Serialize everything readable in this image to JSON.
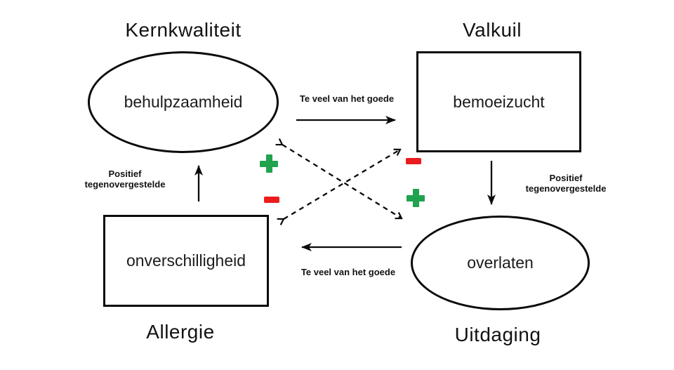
{
  "diagram": {
    "type": "core-quadrant",
    "language": "Dutch",
    "quadrants": {
      "kernkwaliteit": {
        "label": "Kernkwaliteit",
        "shape": "ellipse",
        "text": "behulpzaamheid"
      },
      "valkuil": {
        "label": "Valkuil",
        "shape": "rectangle",
        "text": "bemoeizucht"
      },
      "allergie": {
        "label": "Allergie",
        "shape": "rectangle",
        "text": "onverschilligheid"
      },
      "uitdaging": {
        "label": "Uitdaging",
        "shape": "ellipse",
        "text": "overlaten"
      }
    },
    "edges": {
      "top": {
        "from": "behulpzaamheid",
        "to": "bemoeizucht",
        "style": "solid",
        "label": "Te veel van het goede"
      },
      "right": {
        "from": "bemoeizucht",
        "to": "overlaten",
        "style": "solid",
        "label": "Positief tegenovergestelde"
      },
      "bottom": {
        "from": "overlaten",
        "to": "onverschilligheid",
        "style": "solid",
        "label": "Te veel van het goede"
      },
      "left": {
        "from": "onverschilligheid",
        "to": "behulpzaamheid",
        "style": "solid",
        "label": "Positief tegenovergestelde"
      },
      "diagonal_1": {
        "from": "behulpzaamheid",
        "to": "overlaten",
        "style": "dashed",
        "double_headed": true
      },
      "diagonal_2": {
        "from": "onverschilligheid",
        "to": "bemoeizucht",
        "style": "dashed",
        "double_headed": true
      }
    },
    "signs": {
      "left_top": {
        "type": "plus",
        "symbol": "+"
      },
      "left_bottom": {
        "type": "minus",
        "symbol": "-"
      },
      "right_top": {
        "type": "minus",
        "symbol": "-"
      },
      "right_bottom": {
        "type": "plus",
        "symbol": "+"
      }
    }
  },
  "colors": {
    "plus_green": "#21A24F",
    "minus_red": "#EB1C1E",
    "line_black": "#0A0A0A",
    "background": "#FFFFFF"
  }
}
